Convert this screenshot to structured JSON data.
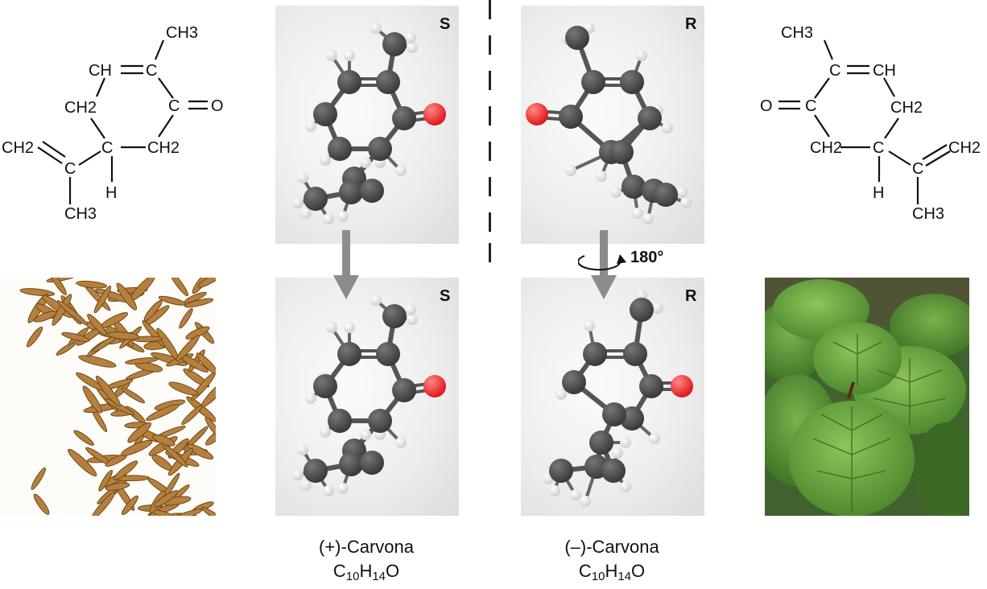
{
  "left_structure": {
    "atoms": {
      "ch3_top": "CH3",
      "ch_db": "CH",
      "c_top": "C",
      "c_keto": "C",
      "o": "O",
      "ch2_left": "CH2",
      "c_ring": "C",
      "ch2_right": "CH2",
      "ch2_vinyl": "CH2",
      "c_vinyl": "C",
      "h": "H",
      "ch3_bottom": "CH3"
    }
  },
  "right_structure": {
    "atoms": {
      "ch3_top": "CH3",
      "c_db": "C",
      "ch_db": "CH",
      "o": "O",
      "c_keto": "C",
      "ch2_right": "CH2",
      "ch2_left": "CH2",
      "c_ring": "C",
      "c_vinyl": "C",
      "ch2_vinyl": "CH2",
      "h": "H",
      "ch3_bottom": "CH3"
    }
  },
  "panels": {
    "top_left": {
      "label": "S"
    },
    "top_right": {
      "label": "R"
    },
    "bottom_left": {
      "label": "S"
    },
    "bottom_right": {
      "label": "R"
    }
  },
  "rotation_label": "180°",
  "captions": {
    "left": {
      "name": "(+)-Carvona",
      "formula_base": "C",
      "formula_c": "10",
      "formula_h_base": "H",
      "formula_h": "14",
      "formula_o": "O"
    },
    "right": {
      "name": "(–)-Carvona",
      "formula_base": "C",
      "formula_c": "10",
      "formula_h_base": "H",
      "formula_h": "14",
      "formula_o": "O"
    }
  },
  "colors": {
    "carbon": "#3a3a3a",
    "oxygen": "#e01818",
    "hydrogen": "#f4f4f4",
    "arrow": "#8c8c8c",
    "seed": "#b5803e",
    "leaf": "#5c9a3a"
  }
}
